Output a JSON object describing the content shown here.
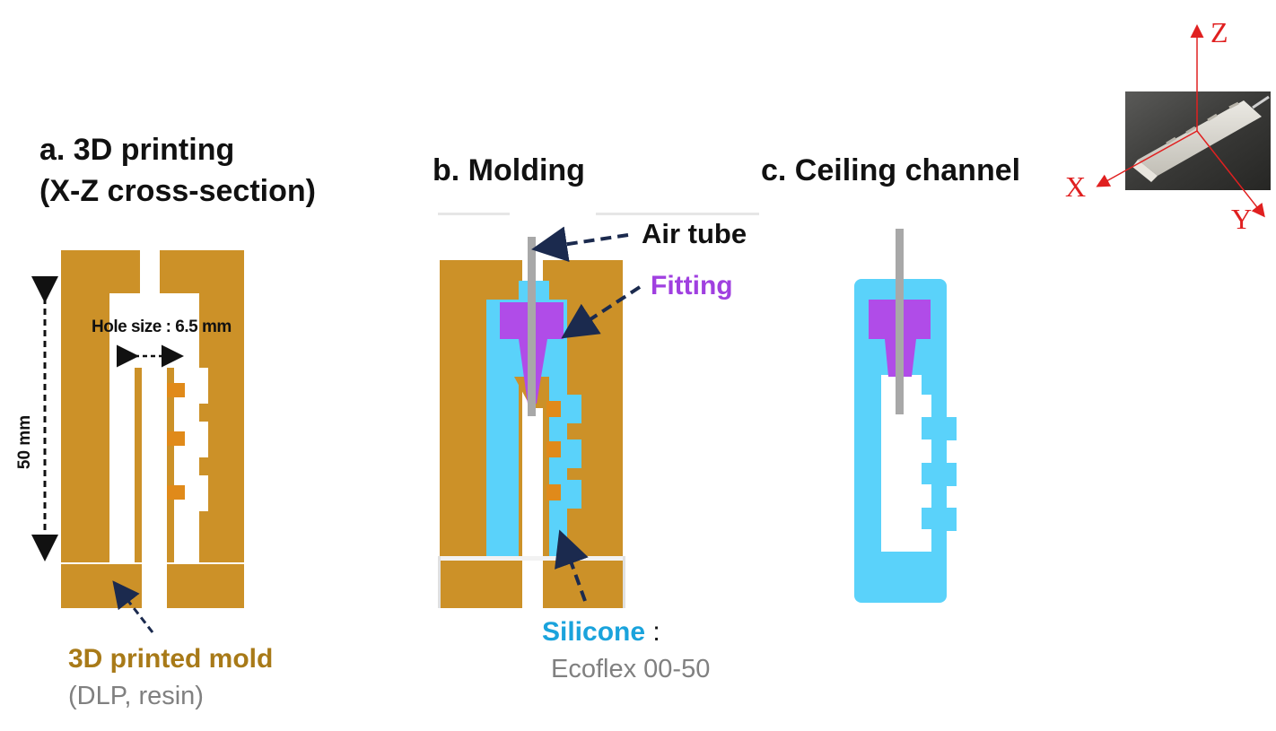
{
  "panels": {
    "a": {
      "title_line1": "a.  3D printing",
      "title_line2": "(X-Z cross-section)",
      "hole_label": "Hole size : 6.5 mm",
      "height_label": "50 mm",
      "mold_label": "3D printed mold",
      "mold_sub": "(DLP, resin)"
    },
    "b": {
      "title": "b. Molding",
      "air_tube_label": "Air tube",
      "fitting_label": "Fitting",
      "silicone_label": "Silicone",
      "silicone_colon": " :",
      "silicone_sub": "Ecoflex 00-50"
    },
    "c": {
      "title": "c. Ceiling channel"
    }
  },
  "axes": {
    "z": "Z",
    "x": "X",
    "y": "Y"
  },
  "colors": {
    "mold": "#cc9128",
    "mold_label": "#a87a18",
    "silicone": "#5ad2fa",
    "silicone_label": "#1aa3dc",
    "fitting": "#b04ce8",
    "fitting_label": "#a040e0",
    "tube": "#a8a8a8",
    "arrow": "#1b2a4e",
    "axis": "#e02020",
    "sub_text": "#808080"
  }
}
